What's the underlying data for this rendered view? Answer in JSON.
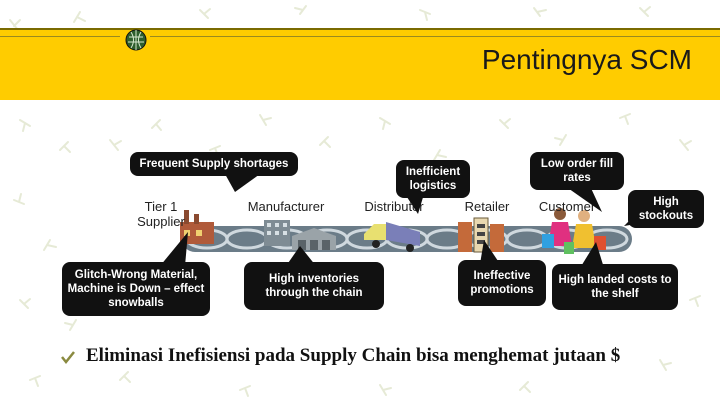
{
  "header": {
    "title": "Pentingnya SCM"
  },
  "stages": {
    "tier1": "Tier 1 Supplier",
    "manufacturer": "Manufacturer",
    "distributor": "Distributor",
    "retailer": "Retailer",
    "customer": "Customer"
  },
  "callouts": {
    "supply_shortages": "Frequent Supply shortages",
    "inefficient_logistics": "Inefficient logistics",
    "low_order_fill": "Low order fill rates",
    "high_stockouts": "High stockouts",
    "glitch": "Glitch-Wrong Material, Machine is Down – effect snowballs",
    "high_inventories": "High inventories through the chain",
    "ineffective_promotions": "Ineffective promotions",
    "landed_costs": "High landed costs to the shelf"
  },
  "footer": {
    "text": "Eliminasi Inefisiensi pada Supply Chain bisa menghemat jutaan  $"
  },
  "colors": {
    "title_band": "#ffcc00",
    "callout_bg": "#111111",
    "chain": "#5a6f7f"
  },
  "icons": [
    "globe-icon",
    "factory-icon",
    "building-icon",
    "warehouse-icon",
    "truck-icon",
    "store-icon",
    "shoppers-icon",
    "bullet-icon"
  ]
}
